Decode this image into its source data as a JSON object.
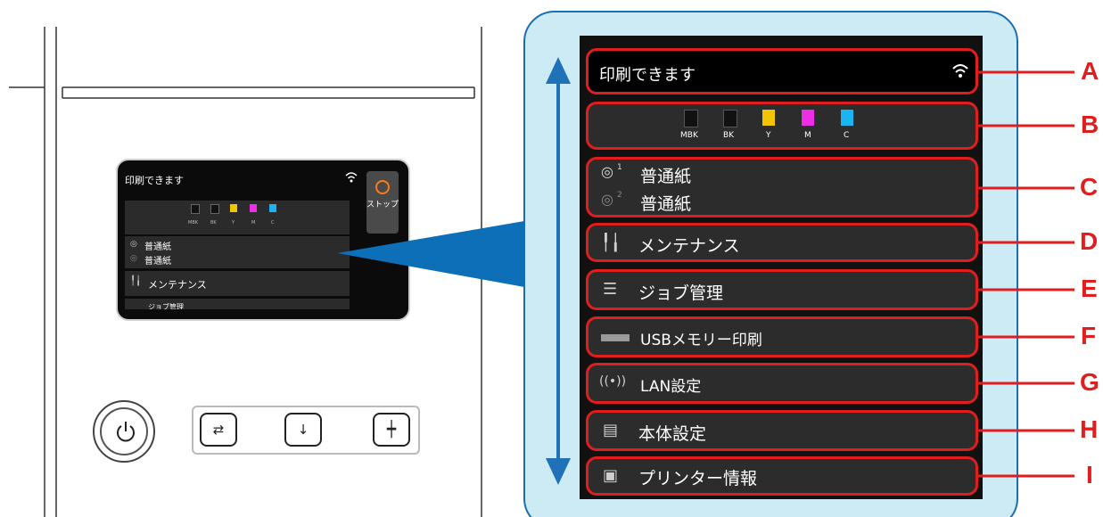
{
  "small_screen": {
    "status": "印刷できます",
    "ink_labels": [
      "MBK",
      "BK",
      "Y",
      "M",
      "C"
    ],
    "paper1": "普通紙",
    "paper2": "普通紙",
    "maintenance": "メンテナンス",
    "job_partial": "ジョブ管理",
    "stop_label": "ストップ"
  },
  "screen": {
    "status": "印刷できます",
    "inks": [
      {
        "label": "MBK",
        "color": "#111111"
      },
      {
        "label": "BK",
        "color": "#111111"
      },
      {
        "label": "Y",
        "color": "#f2c500"
      },
      {
        "label": "M",
        "color": "#ee2ee6"
      },
      {
        "label": "C",
        "color": "#1ab5f0"
      }
    ],
    "paper_sources": [
      {
        "num": "1",
        "label": "普通紙"
      },
      {
        "num": "2",
        "label": "普通紙"
      }
    ],
    "menu": [
      {
        "label": "メンテナンス",
        "icon": "maintenance-tools-icon"
      },
      {
        "label": "ジョブ管理",
        "icon": "job-list-icon"
      },
      {
        "label": "USBメモリー印刷",
        "icon": "usb-drive-icon"
      },
      {
        "label": "LAN設定",
        "icon": "wireless-lan-icon"
      },
      {
        "label": "本体設定",
        "icon": "device-settings-icon"
      },
      {
        "label": "プリンター情報",
        "icon": "printer-info-icon"
      }
    ]
  },
  "callouts": [
    "A",
    "B",
    "C",
    "D",
    "E",
    "F",
    "G",
    "H",
    "I"
  ],
  "colors": {
    "callout": "#e01e1e",
    "panel_bg": "#ccebf5",
    "arrow": "#1f72b8",
    "ray": "#0d6fb8"
  }
}
